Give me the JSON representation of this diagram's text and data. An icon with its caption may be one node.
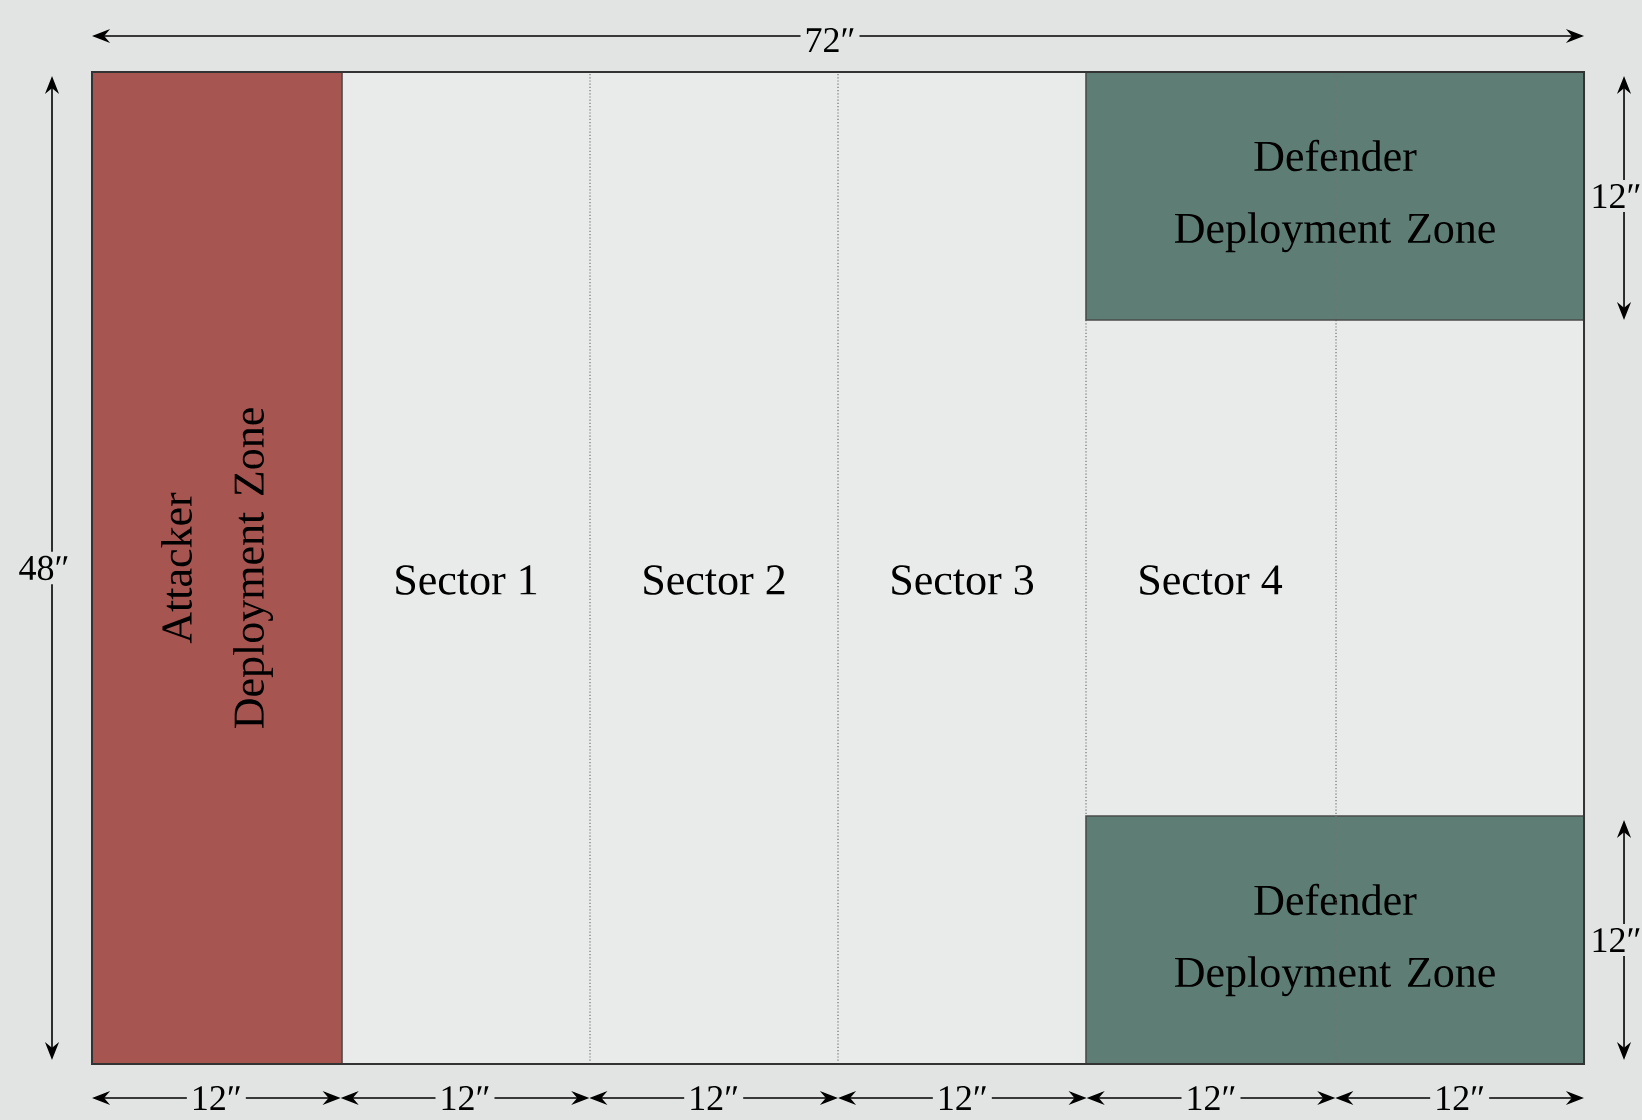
{
  "diagram": {
    "nodes": [
      {
        "text": [
          "Attacker Deployment Zone"
        ]
      },
      {
        "text": [
          "Defender Deployment Zone"
        ]
      },
      {
        "text": [
          "Defender Deployment Zone"
        ]
      }
    ],
    "labels": [
      "72″",
      "12″",
      "48″",
      "Sector 1",
      "Sector 2",
      "Sector 3",
      "Sector 4",
      "12″",
      "12″",
      "12″",
      "12″",
      "12″",
      "12″",
      "12″"
    ]
  }
}
